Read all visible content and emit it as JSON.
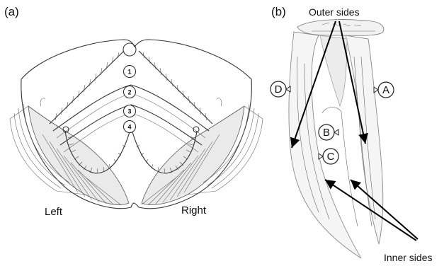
{
  "panel_a": {
    "label": "(a)",
    "arch_numbers": [
      "1",
      "2",
      "3",
      "4"
    ],
    "left_label": "Left",
    "right_label": "Right"
  },
  "panel_b": {
    "label": "(b)",
    "outer_sides_label": "Outer sides",
    "inner_sides_label": "Inner sides",
    "markers": [
      "A",
      "B",
      "C",
      "D"
    ]
  }
}
